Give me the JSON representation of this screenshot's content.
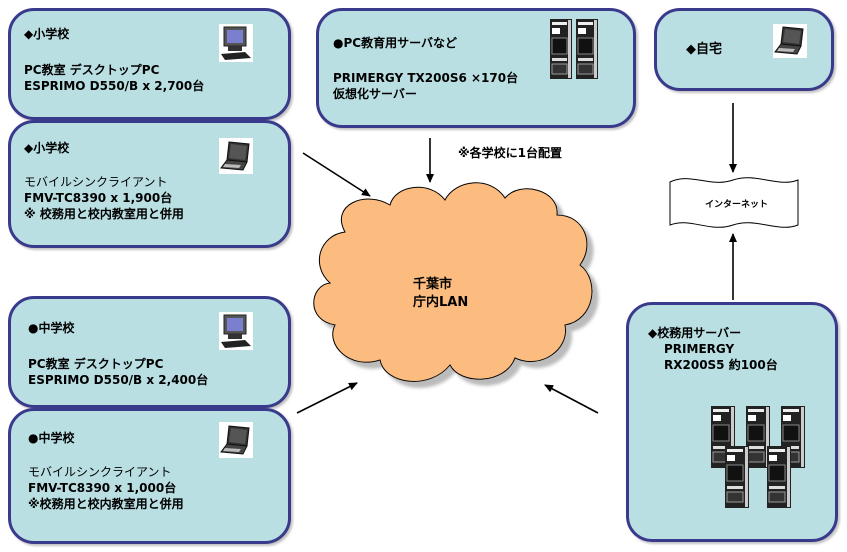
{
  "colors": {
    "box_fill": "#b9dfe3",
    "box_border": "#3a3a8c",
    "cloud_fill": "#fcbc80",
    "arrow": "#000000"
  },
  "nodes": {
    "elementary_desktop": {
      "title": "◆小学校",
      "line1": "PC教室 デスクトップPC",
      "line2": "ESPRIMO D550/B x 2,700台",
      "icon": "desktop-pc-icon"
    },
    "elementary_mobile": {
      "title": "◆小学校",
      "line1": "モバイルシンクライアント",
      "line2": "FMV-TC8390 x 1,900台",
      "line3": "※ 校務用と校内教室用と併用",
      "icon": "laptop-icon"
    },
    "edu_server": {
      "title": "●PC教育用サーバなど",
      "line1": "PRIMERGY TX200S6 ×170台",
      "line2": "仮想化サーバー",
      "icon": "tower-server-icon"
    },
    "home": {
      "title": "◆自宅",
      "icon": "laptop-icon"
    },
    "junior_desktop": {
      "title": "●中学校",
      "line1": "PC教室 デスクトップPC",
      "line2": "ESPRIMO D550/B x 2,400台",
      "icon": "desktop-pc-icon"
    },
    "junior_mobile": {
      "title": "●中学校",
      "line1": "モバイルシンクライアント",
      "line2": "FMV-TC8390 x 1,000台",
      "line3": "※校務用と校内教室用と併用",
      "icon": "laptop-icon"
    },
    "admin_server": {
      "title": "◆校務用サーバー",
      "line1": "PRIMERGY",
      "line2": "RX200S5 約100台",
      "icon": "server-rack-group-icon"
    }
  },
  "cloud": {
    "line1": "千葉市",
    "line2": "庁内LAN"
  },
  "internet": {
    "label": "インターネット"
  },
  "notes": {
    "server_note": "※各学校に1台配置"
  }
}
